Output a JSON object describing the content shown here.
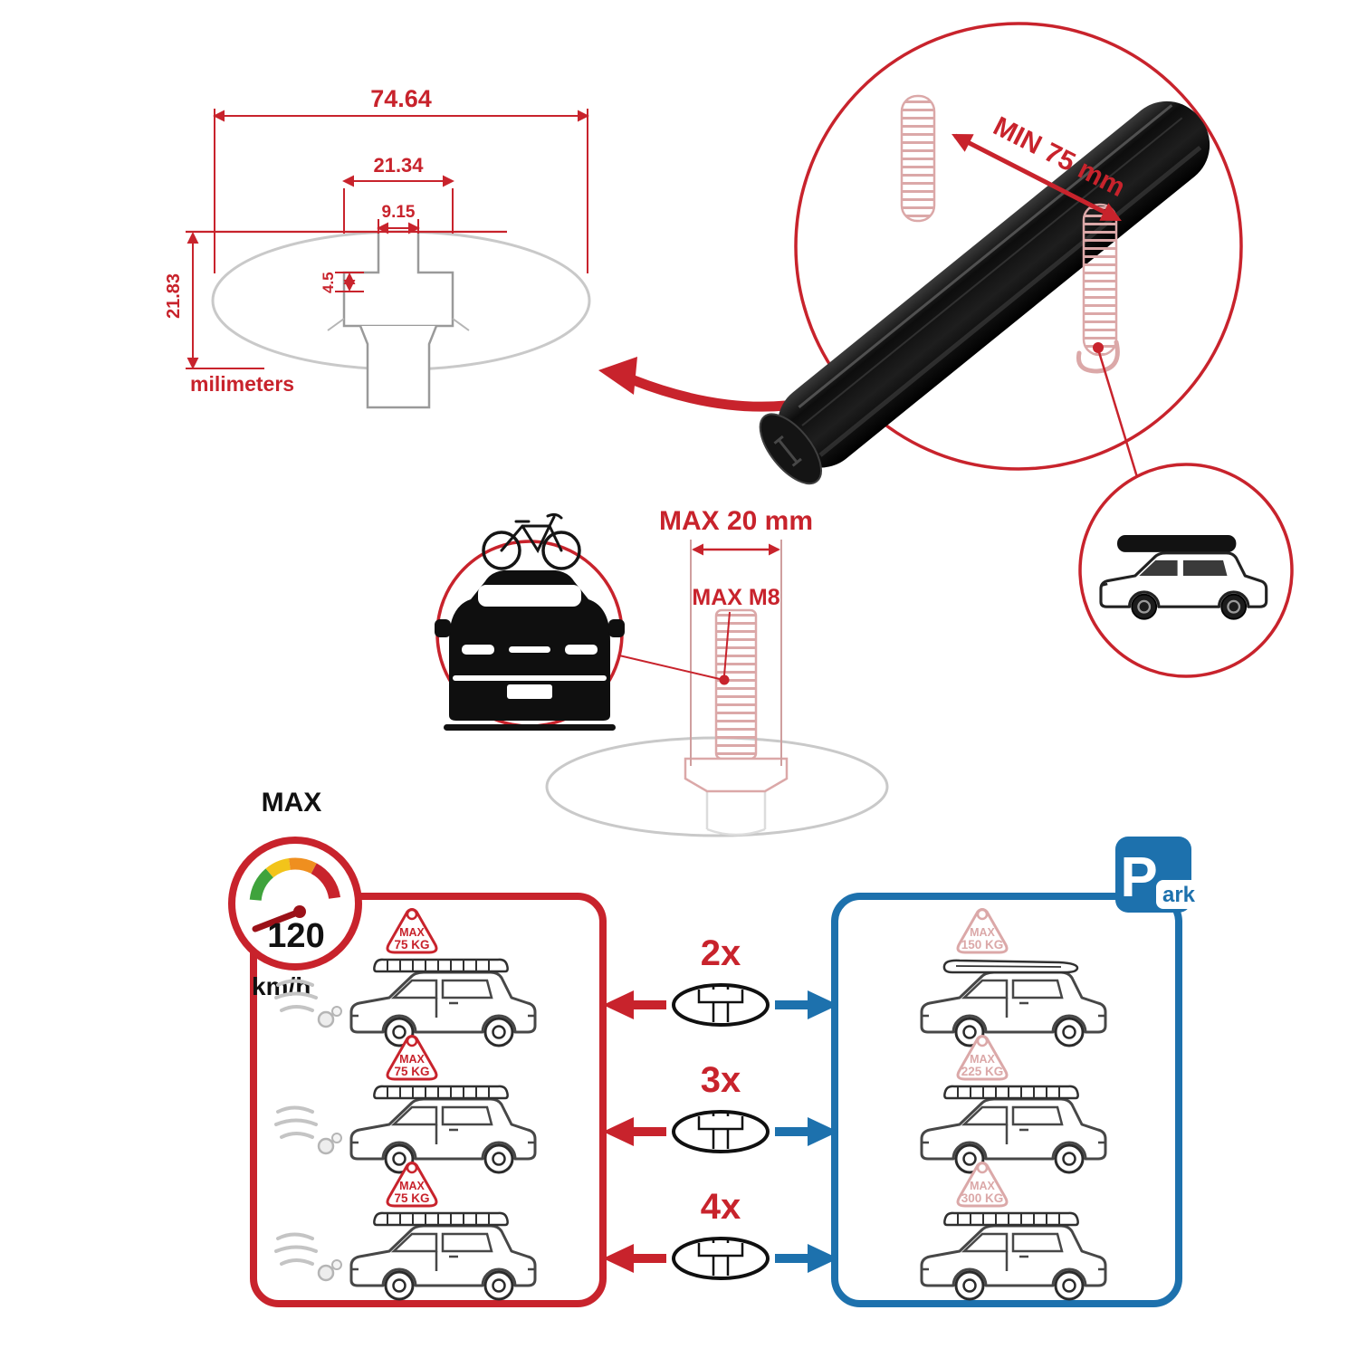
{
  "dimensions": {
    "total_width": "74.64",
    "channel_width": "21.34",
    "slot_width": "9.15",
    "lip_height": "4.5",
    "profile_height": "21.83",
    "unit_label": "milimeters"
  },
  "bar_detail": {
    "min_span": "MIN 75 mm"
  },
  "bolt": {
    "max_width": "MAX 20 mm",
    "max_thread": "MAX M8"
  },
  "speed_limit": {
    "label": "MAX",
    "value": "120",
    "unit": "km/h"
  },
  "parking_sign": {
    "letter": "P",
    "suffix": "ark"
  },
  "capacity_rows": [
    {
      "count": "2x",
      "moving": {
        "label": "MAX",
        "weight": "75 KG"
      },
      "parked": {
        "label": "MAX",
        "weight": "150 KG"
      }
    },
    {
      "count": "3x",
      "moving": {
        "label": "MAX",
        "weight": "75 KG"
      },
      "parked": {
        "label": "MAX",
        "weight": "225 KG"
      }
    },
    {
      "count": "4x",
      "moving": {
        "label": "MAX",
        "weight": "75 KG"
      },
      "parked": {
        "label": "MAX",
        "weight": "300 KG"
      }
    }
  ],
  "colors": {
    "red": "#c8232c",
    "blue": "#1d71ad",
    "pink": "#dba8a8",
    "profile_gray": "#c9c9c9",
    "line_gray": "#9a9a9a",
    "ink": "#111111",
    "gauge_green": "#3fa33c",
    "gauge_yellow": "#f2c41a",
    "gauge_orange": "#ef8f1f",
    "gauge_red": "#c8232c"
  }
}
